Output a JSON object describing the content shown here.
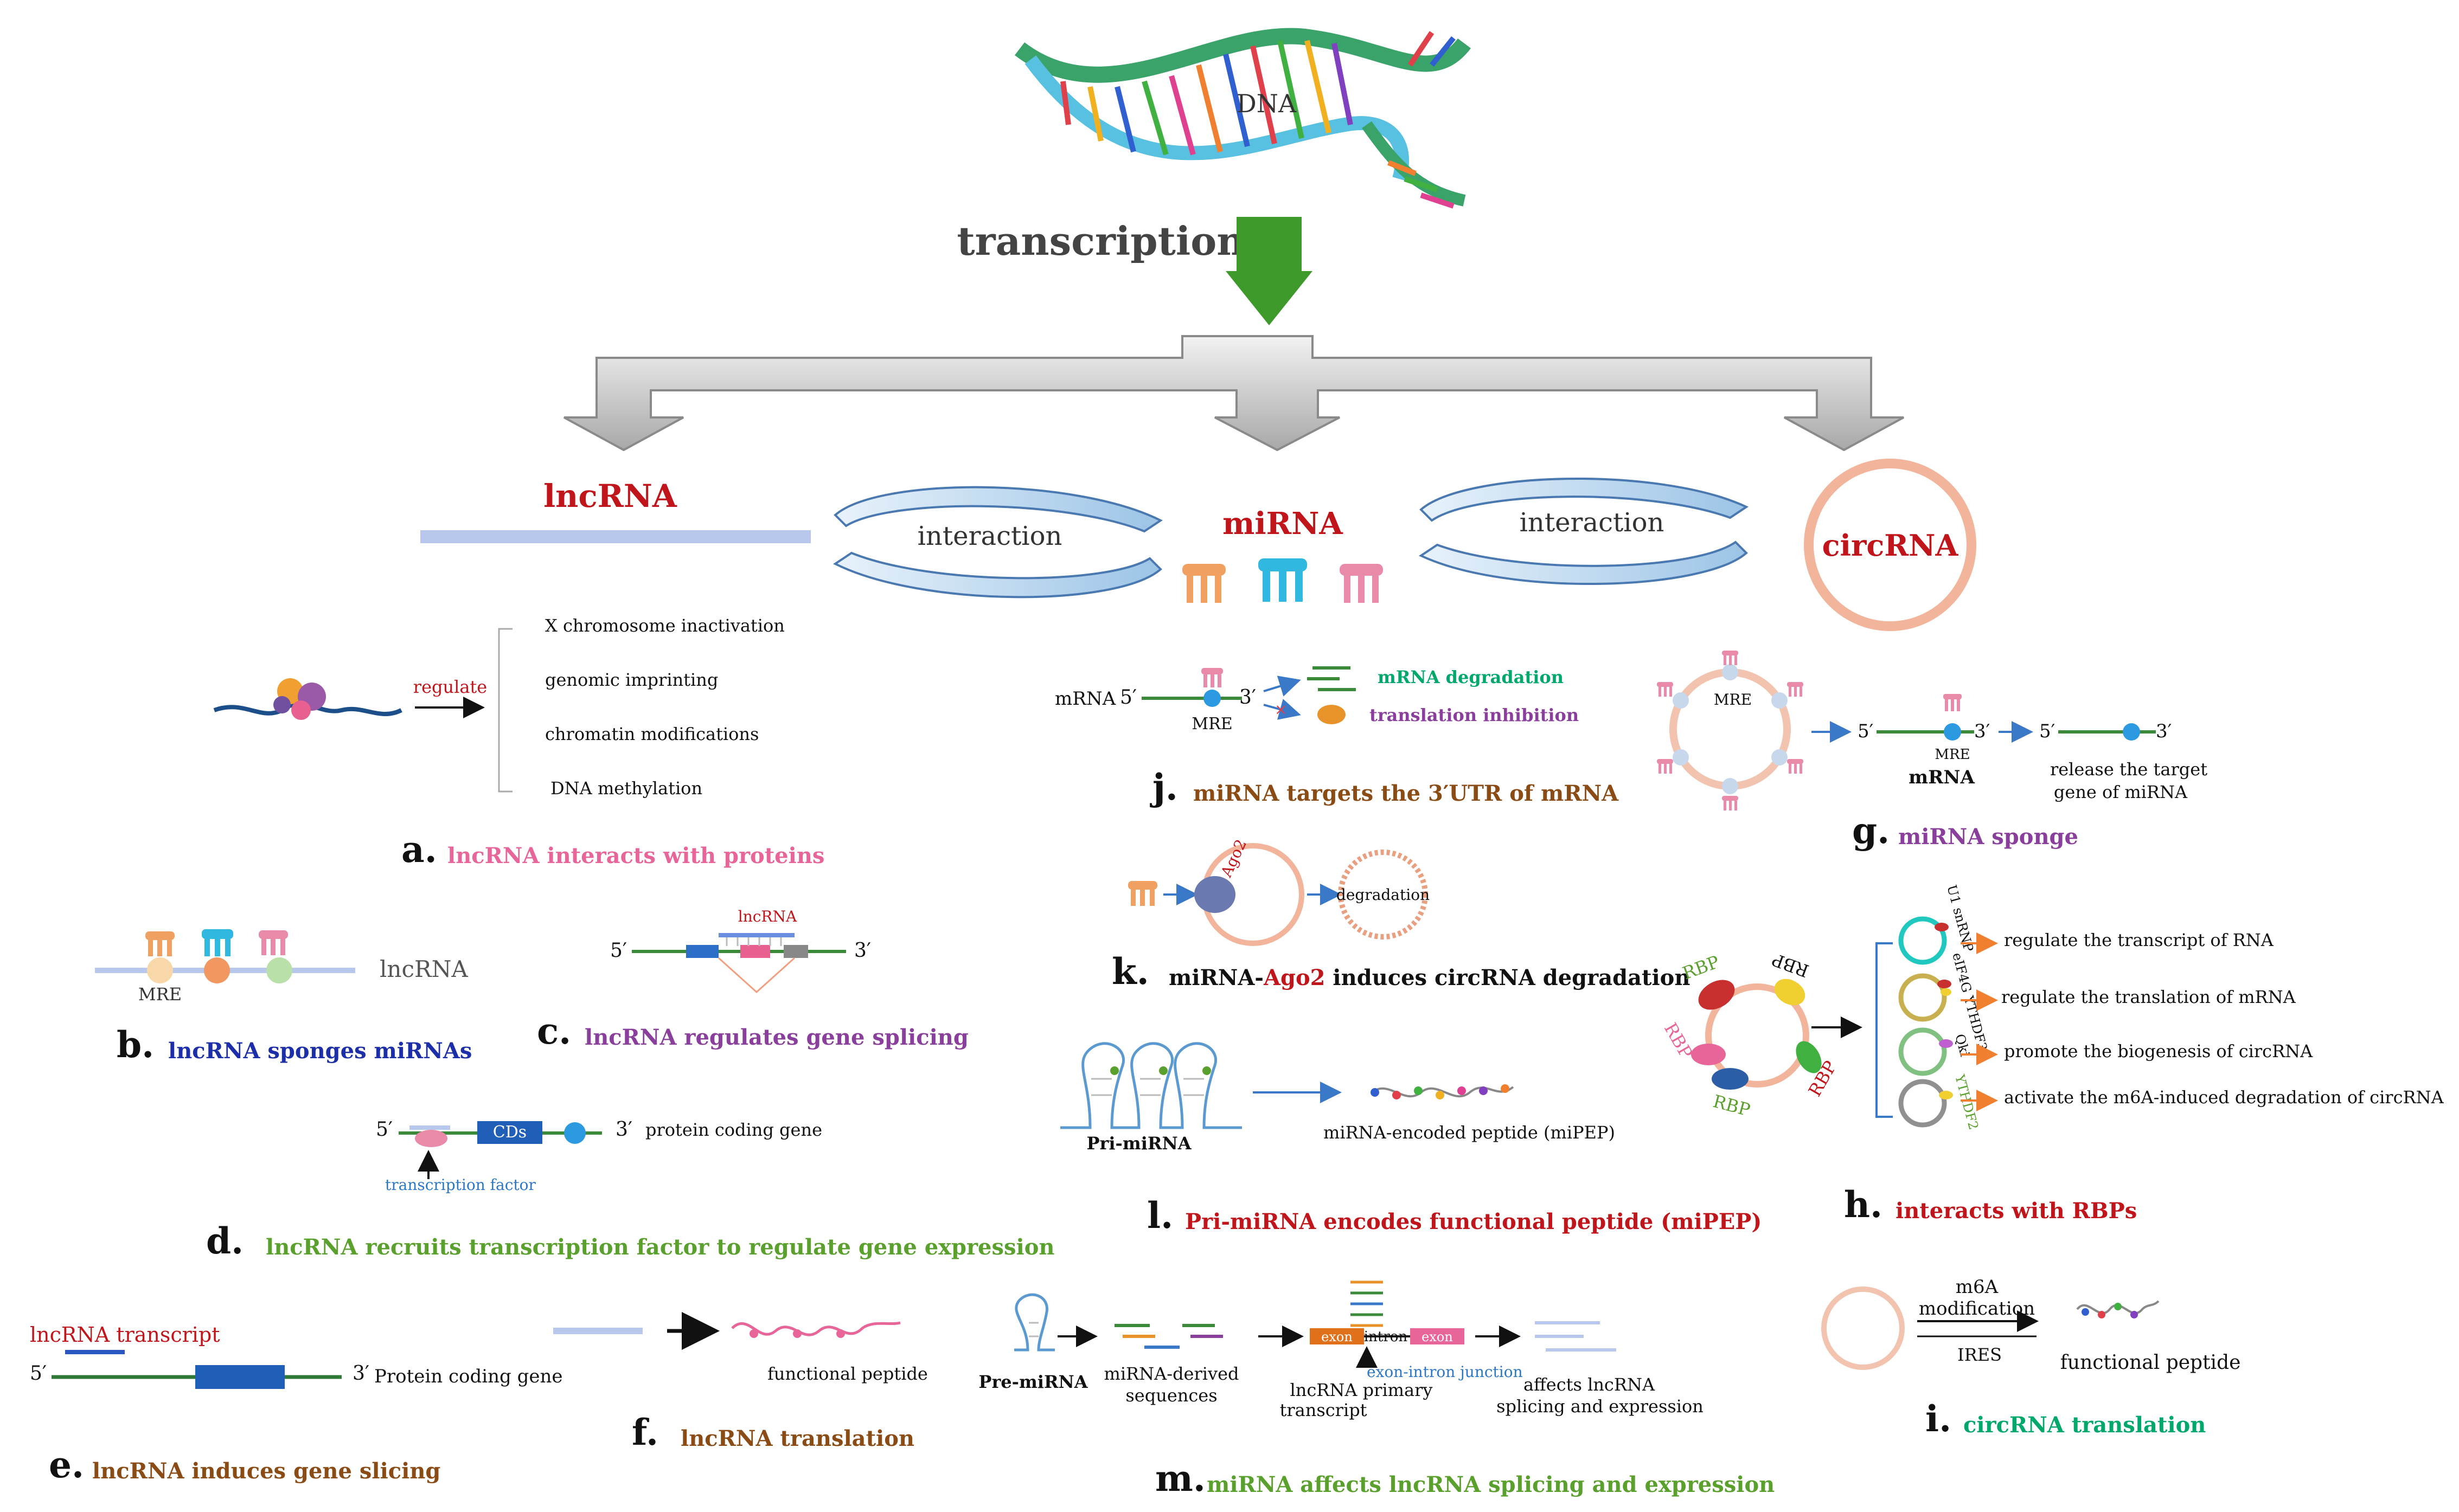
{
  "top": {
    "dna_label": "DNA",
    "transcription": "transcription"
  },
  "main": {
    "lncrna": "lncRNA",
    "mirna": "miRNA",
    "circrna": "circRNA",
    "interaction_left": "interaction",
    "interaction_right": "interaction"
  },
  "panel_a": {
    "regulate": "regulate",
    "items": [
      "X chromosome inactivation",
      "genomic imprinting",
      "chromatin modifications",
      "DNA methylation"
    ],
    "letter": "a.",
    "caption": "lncRNA interacts with proteins"
  },
  "panel_b": {
    "mre": "MRE",
    "lncrna": "lncRNA",
    "letter": "b.",
    "caption": "lncRNA sponges miRNAs"
  },
  "panel_c": {
    "lncrna": "lncRNA",
    "five": "5′",
    "three": "3′",
    "letter": "c.",
    "caption": "lncRNA regulates gene splicing"
  },
  "panel_d": {
    "five": "5′",
    "three": "3′",
    "cds": "CDs",
    "gene": "protein coding gene",
    "tf": "transcription factor",
    "letter": "d.",
    "caption": "lncRNA recruits transcription factor to regulate gene expression"
  },
  "panel_e": {
    "transcript": "lncRNA transcript",
    "five": "5′",
    "three": "3′",
    "gene": "Protein coding gene",
    "letter": "e.",
    "caption": "lncRNA  induces gene slicing"
  },
  "panel_f": {
    "peptide": "functional peptide",
    "letter": "f.",
    "caption": "lncRNA translation"
  },
  "panel_j": {
    "mrna": "mRNA",
    "five": "5′",
    "three": "3′",
    "mre": "MRE",
    "degradation": "mRNA degradation",
    "inhibition": "translation inhibition",
    "letter": "j.",
    "caption": "miRNA targets the 3′UTR of  mRNA"
  },
  "panel_k": {
    "ago2": "Ago2",
    "degradation": "degradation",
    "letter": "k.",
    "caption_pre": "miRNA-",
    "caption_ago": "Ago2",
    "caption_post": " induces circRNA degradation"
  },
  "panel_l": {
    "pri": "Pri-miRNA",
    "mipep": "miRNA-encoded peptide (miPEP)",
    "letter": "l.",
    "caption": "Pri-miRNA encodes functional  peptide (miPEP)"
  },
  "panel_m": {
    "pre": "Pre-miRNA",
    "derived1": "miRNA-derived",
    "derived2": "sequences",
    "exon": "exon",
    "intron": "intron",
    "junction": "exon-intron junction",
    "primary1": "lncRNA primary",
    "primary2": "transcript",
    "affects1": "affects lncRNA",
    "affects2": "splicing and expression",
    "letter": "m.",
    "caption": "miRNA  affects lncRNA splicing and expression"
  },
  "panel_g": {
    "mre": "MRE",
    "five": "5′",
    "three": "3′",
    "mrna": "mRNA",
    "release1": "release  the target",
    "release2": "gene of miRNA",
    "letter": "g.",
    "caption": "miRNA sponge"
  },
  "panel_h": {
    "rbp": "RBP",
    "factors": [
      "U1 snRNP",
      "eIF4G\nYTHDF3",
      "Qki",
      "YTHDF2"
    ],
    "items": [
      "regulate the transcript of RNA",
      "regulate  the translation of mRNA",
      "promote the biogenesis of circRNA",
      "activate the m6A-induced degradation of circRNA"
    ],
    "letter": "h.",
    "caption": "interacts with RBPs"
  },
  "panel_i": {
    "m6a": "m6A",
    "modification": "modification",
    "ires": "IRES",
    "peptide": "functional peptide",
    "letter": "i.",
    "caption": "circRNA translation"
  },
  "colors": {
    "red": "#c0161b",
    "pink": "#e8659a",
    "blue": "#1c2fa8",
    "purple": "#8b3f9c",
    "green": "#5aa02c",
    "brown": "#8a4b14",
    "teal": "#00a86b",
    "arrow_green": "#3f9a2c"
  }
}
